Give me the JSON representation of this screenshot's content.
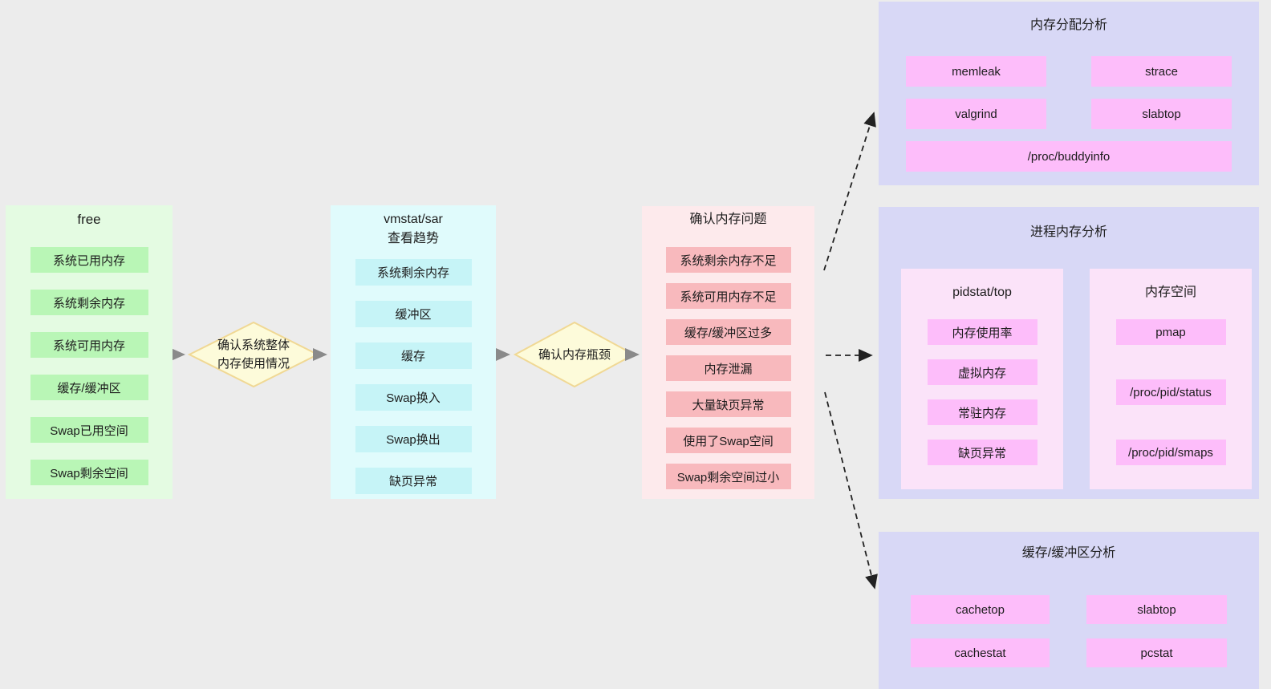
{
  "palette": {
    "page_bg": "#ececec",
    "free_box_bg": "#e4fbe2",
    "free_item_bg": "#b9f6b6",
    "vmstat_box_bg": "#e0fbfc",
    "vmstat_item_bg": "#c6f4f7",
    "decision_fill": "#fdfbda",
    "decision_border": "#f0d894",
    "problem_box_bg": "#fdeaec",
    "problem_item_bg": "#f8b9bd",
    "analysis_box_bg": "#d8d8f6",
    "analysis_item_bg": "#fdbdfa",
    "subgroup_bg": "#fbe3f9",
    "solid_arrow": "#8a8a8a",
    "dashed_arrow": "#222222",
    "text": "#1c1c1c"
  },
  "flow": {
    "free_box": {
      "title": "free",
      "items": [
        "系统已用内存",
        "系统剩余内存",
        "系统可用内存",
        "缓存/缓冲区",
        "Swap已用空间",
        "Swap剩余空间"
      ]
    },
    "decision1": {
      "line1": "确认系统整体",
      "line2": "内存使用情况"
    },
    "vmstat_box": {
      "title_line1": "vmstat/sar",
      "title_line2": "查看趋势",
      "items": [
        "系统剩余内存",
        "缓冲区",
        "缓存",
        "Swap换入",
        "Swap换出",
        "缺页异常"
      ]
    },
    "decision2": {
      "label": "确认内存瓶颈"
    },
    "problems_box": {
      "title": "确认内存问题",
      "items": [
        "系统剩余内存不足",
        "系统可用内存不足",
        "缓存/缓冲区过多",
        "内存泄漏",
        "大量缺页异常",
        "使用了Swap空间",
        "Swap剩余空间过小"
      ]
    },
    "alloc_box": {
      "title": "内存分配分析",
      "items": [
        "memleak",
        "strace",
        "valgrind",
        "slabtop",
        "/proc/buddyinfo"
      ]
    },
    "process_box": {
      "title": "进程内存分析",
      "pidstat_group": {
        "title": "pidstat/top",
        "items": [
          "内存使用率",
          "虚拟内存",
          "常驻内存",
          "缺页异常"
        ]
      },
      "memspace_group": {
        "title": "内存空间",
        "items": [
          "pmap",
          "/proc/pid/status",
          "/proc/pid/smaps"
        ]
      }
    },
    "cache_box": {
      "title": "缓存/缓冲区分析",
      "items": [
        "cachetop",
        "slabtop",
        "cachestat",
        "pcstat"
      ]
    }
  }
}
